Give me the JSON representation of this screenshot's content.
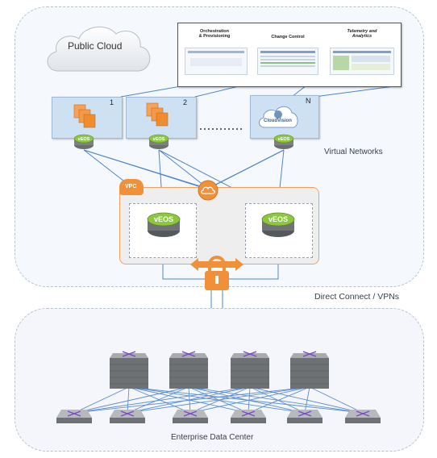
{
  "cloud": {
    "public_cloud_label": "Public Cloud",
    "virtual_networks_label": "Virtual Networks",
    "direct_connect_label": "Direct Connect / VPNs"
  },
  "dashboard": {
    "panels": [
      {
        "title": "Orchestration\n& Provisioning"
      },
      {
        "title": "Change Control"
      },
      {
        "title": "Telemetry and\nAnalytics"
      }
    ]
  },
  "vpcs": [
    {
      "number": "1"
    },
    {
      "number": "2"
    },
    {
      "number": "N"
    }
  ],
  "cloudvision_label": "CloudVision",
  "veos_label": "vEOS",
  "vpc_label": "VPC",
  "datacenter": {
    "label": "Enterprise Data Center"
  },
  "colors": {
    "cloud_bg": "#f5f9fd",
    "vpc_box": "#cde1f3",
    "orange": "#f0913a",
    "veos_green": "#8dc63f",
    "link_blue": "#4e86c6"
  }
}
